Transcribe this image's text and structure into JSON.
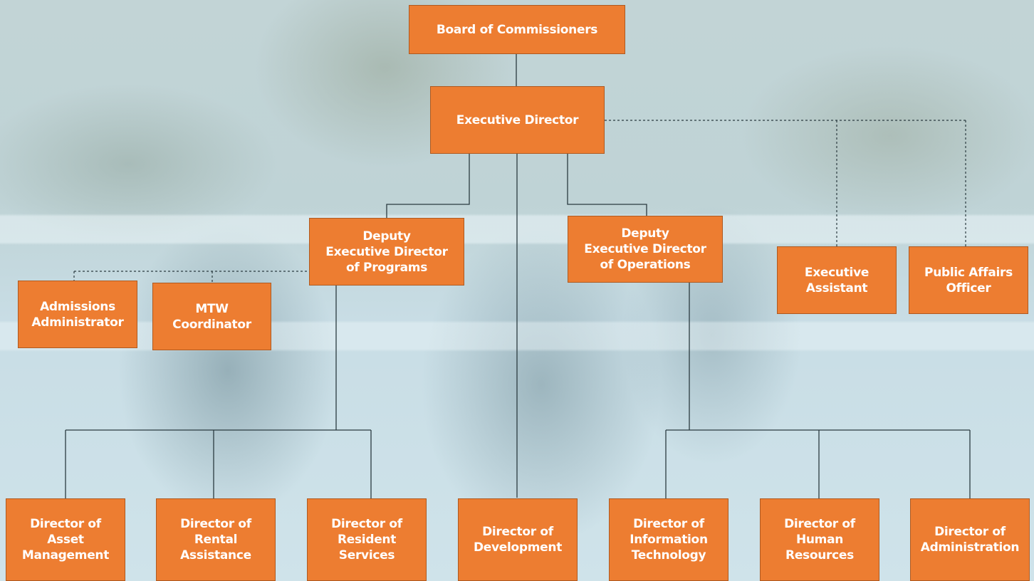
{
  "org_chart": {
    "board": "Board of Commissioners",
    "executive_director": "Executive Director",
    "deputy_programs": "Deputy\nExecutive Director\nof Programs",
    "deputy_operations": "Deputy\nExecutive Director\nof Operations",
    "executive_assistant": "Executive\nAssistant",
    "public_affairs_officer": "Public Affairs\nOfficer",
    "admissions_administrator": "Admissions\nAdministrator",
    "mtw_coordinator": "MTW\nCoordinator",
    "director_asset_management": "Director of\nAsset\nManagement",
    "director_rental_assistance": "Director of\nRental\nAssistance",
    "director_resident_services": "Director of\nResident\nServices",
    "director_development": "Director of\nDevelopment",
    "director_information_technology": "Director of\nInformation\nTechnology",
    "director_human_resources": "Director of\nHuman\nResources",
    "director_administration": "Director of\nAdministration"
  },
  "colors": {
    "box_fill": "#ed7d31",
    "box_border": "#ae5a21",
    "box_text": "#ffffff",
    "line": "#2b3b40"
  }
}
